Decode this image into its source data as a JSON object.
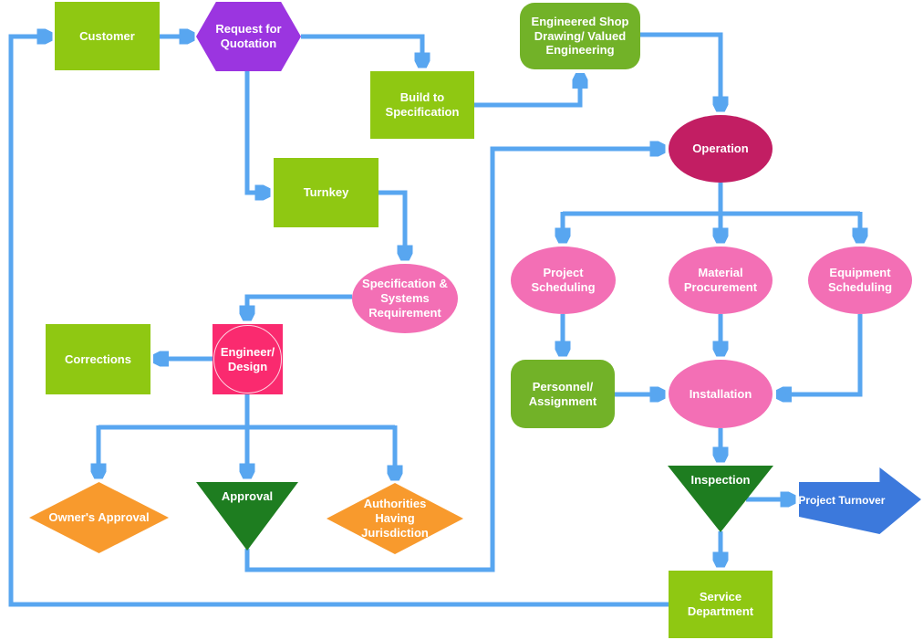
{
  "diagram_type": "flowchart",
  "palette": {
    "connector_blue": "#58A6F0",
    "process_green": "#8FC812",
    "rounded_green": "#72B228",
    "hexagon_purple": "#9B35E0",
    "ellipse_pink": "#F36FB5",
    "ellipse_magenta": "#C21E63",
    "square_pink": "#FA2A6F",
    "diamond_orange": "#F89A2D",
    "triangle_green": "#1E7D20",
    "block_arrow_blue": "#3C79DC",
    "text_white": "#FFFFFF"
  },
  "nodes": {
    "customer": {
      "label": "Customer",
      "shape": "rectangle",
      "color": "#8FC812"
    },
    "request_for_quotation": {
      "label": "Request for Quotation",
      "shape": "hexagon",
      "color": "#9B35E0"
    },
    "build_to_specification": {
      "label": "Build to Specification",
      "shape": "rectangle",
      "color": "#8FC812"
    },
    "engineered_shop": {
      "label": "Engineered Shop Drawing/ Valued Engineering",
      "shape": "rounded-rectangle",
      "color": "#72B228"
    },
    "operation": {
      "label": "Operation",
      "shape": "ellipse",
      "color": "#C21E63"
    },
    "turnkey": {
      "label": "Turnkey",
      "shape": "rectangle",
      "color": "#8FC812"
    },
    "spec_systems": {
      "label": "Specification & Systems Requirement",
      "shape": "ellipse",
      "color": "#F36FB5"
    },
    "corrections": {
      "label": "Corrections",
      "shape": "rectangle",
      "color": "#8FC812"
    },
    "engineer_design": {
      "label": "Engineer/ Design",
      "shape": "square-with-circle",
      "color": "#FA2A6F"
    },
    "owners_approval": {
      "label": "Owner's Approval",
      "shape": "diamond",
      "color": "#F89A2D"
    },
    "approval": {
      "label": "Approval",
      "shape": "triangle-down",
      "color": "#1E7D20"
    },
    "authorities": {
      "label": "Authorities Having Jurisdiction",
      "shape": "diamond",
      "color": "#F89A2D"
    },
    "project_scheduling": {
      "label": "Project Scheduling",
      "shape": "ellipse",
      "color": "#F36FB5"
    },
    "material_procurement": {
      "label": "Material Procurement",
      "shape": "ellipse",
      "color": "#F36FB5"
    },
    "equipment_scheduling": {
      "label": "Equipment Scheduling",
      "shape": "ellipse",
      "color": "#F36FB5"
    },
    "personnel_assignment": {
      "label": "Personnel/ Assignment",
      "shape": "rounded-rectangle",
      "color": "#72B228"
    },
    "installation": {
      "label": "Installation",
      "shape": "ellipse",
      "color": "#F36FB5"
    },
    "inspection": {
      "label": "Inspection",
      "shape": "triangle-down",
      "color": "#1E7D20"
    },
    "project_turnover": {
      "label": "Project Turnover",
      "shape": "block-arrow-right",
      "color": "#3C79DC"
    },
    "service_department": {
      "label": "Service Department",
      "shape": "rectangle",
      "color": "#8FC812"
    }
  }
}
